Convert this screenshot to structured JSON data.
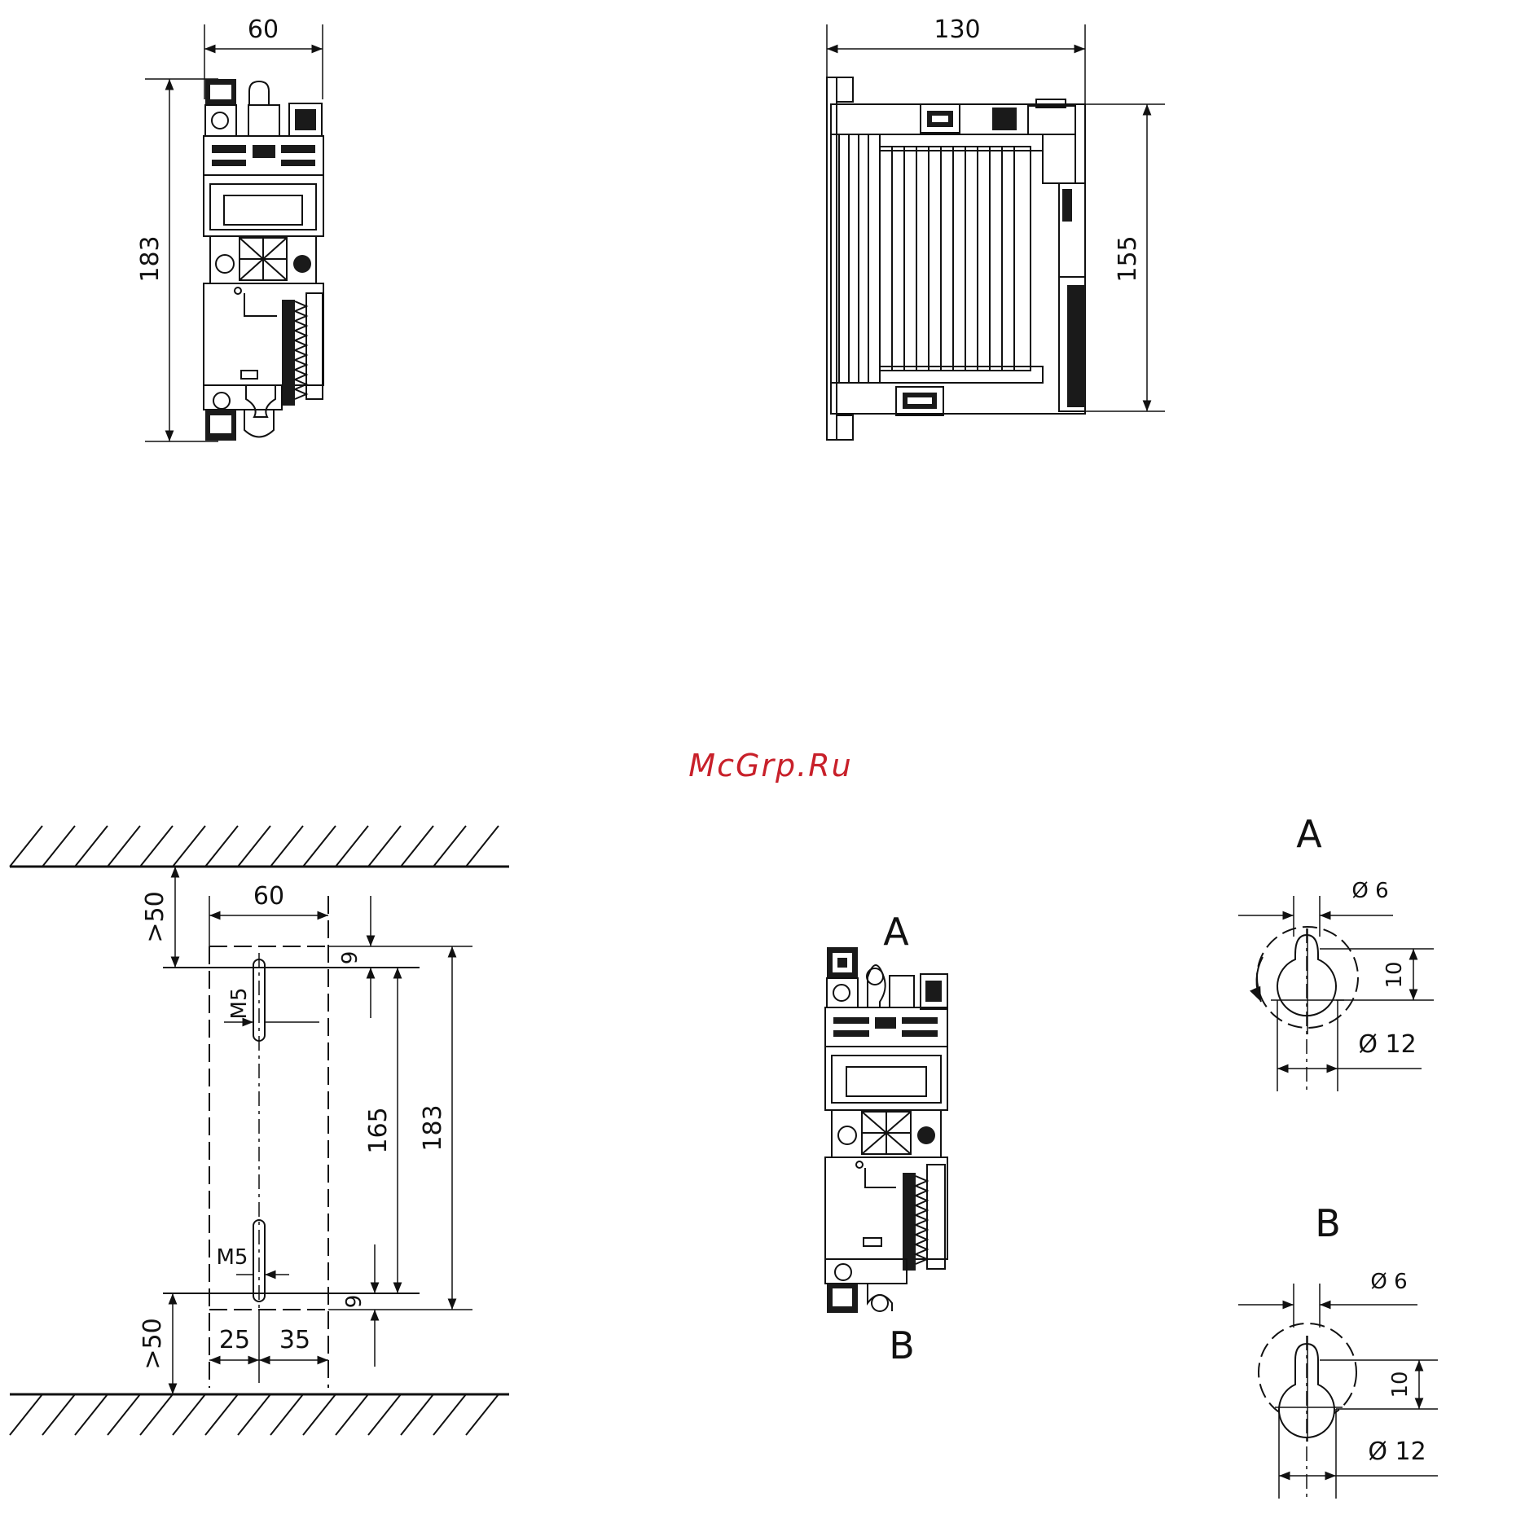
{
  "watermark": {
    "text": "McGrp.Ru",
    "color": "#c8202a"
  },
  "front_view": {
    "width_label": "60",
    "height_label": "183"
  },
  "side_view": {
    "depth_label": "130",
    "height_label": "155"
  },
  "mounting": {
    "top_clearance": ">50",
    "bottom_clearance": ">50",
    "width_label": "60",
    "offset_top": "9",
    "offset_bottom": "9",
    "screw_top": "M5",
    "screw_bottom": "M5",
    "hole_spacing": "165",
    "total_height": "183",
    "left_offset": "25",
    "right_offset": "35"
  },
  "device_view": {
    "label_top": "A",
    "label_bottom": "B"
  },
  "detail_a": {
    "label": "A",
    "small_diameter": "Ø 6",
    "slot_length": "10",
    "large_diameter": "Ø 12"
  },
  "detail_b": {
    "label": "B",
    "small_diameter": "Ø 6",
    "slot_length": "10",
    "large_diameter": "Ø 12"
  }
}
